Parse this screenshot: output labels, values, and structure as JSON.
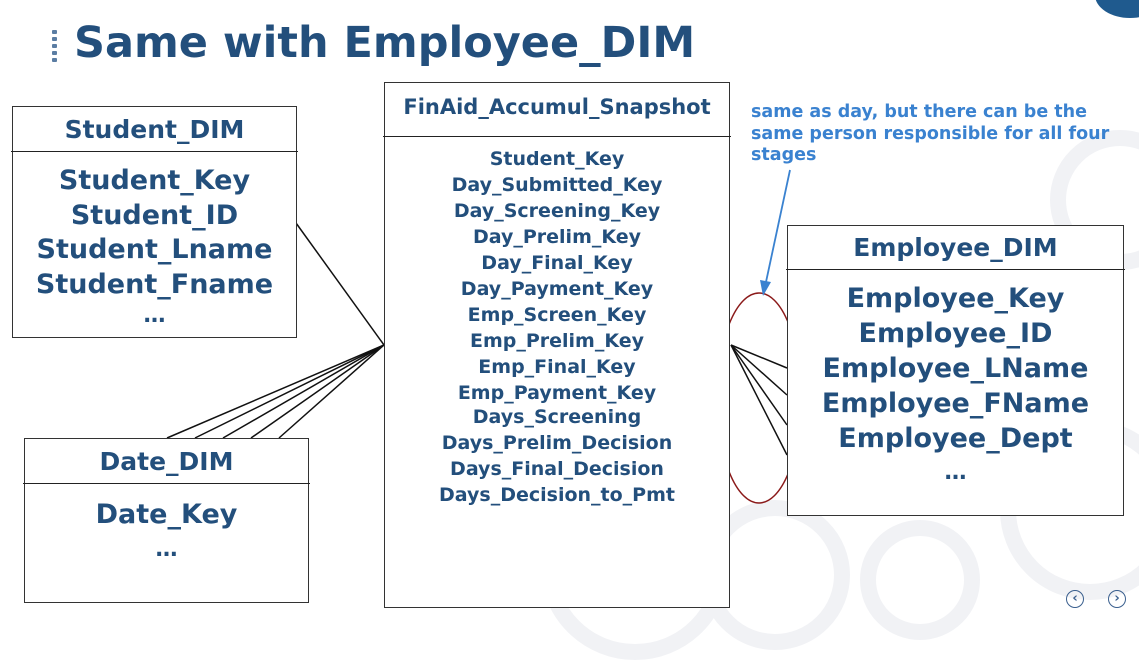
{
  "slide": {
    "title": "Same with Employee_DIM",
    "note": "same as day, but there can be the same person responsible for all four stages"
  },
  "student_dim": {
    "title": "Student_DIM",
    "fields": [
      "Student_Key",
      "Student_ID",
      "Student_Lname",
      "Student_Fname",
      "…"
    ]
  },
  "date_dim": {
    "title": "Date_DIM",
    "fields": [
      "Date_Key",
      "…"
    ]
  },
  "fact": {
    "title": "FinAid_Accumul_Snapshot",
    "fields": [
      "Student_Key",
      "Day_Submitted_Key",
      "Day_Screening_Key",
      "Day_Prelim_Key",
      "Day_Final_Key",
      "Day_Payment_Key",
      "Emp_Screen_Key",
      "Emp_Prelim_Key",
      "Emp_Final_Key",
      "Emp_Payment_Key",
      "Days_Screening",
      "Days_Prelim_Decision",
      "Days_Final_Decision",
      "Days_Decision_to_Pmt"
    ]
  },
  "employee_dim": {
    "title": "Employee_DIM",
    "fields": [
      "Employee_Key",
      "Employee_ID",
      "Employee_LName",
      "Employee_FName",
      "Employee_Dept",
      "…"
    ]
  },
  "colors": {
    "heading": "#234f7c",
    "note": "#3a82d0",
    "highlight": "#8b1a1a"
  },
  "icons": [
    "prev-arrow-icon",
    "next-arrow-icon"
  ]
}
